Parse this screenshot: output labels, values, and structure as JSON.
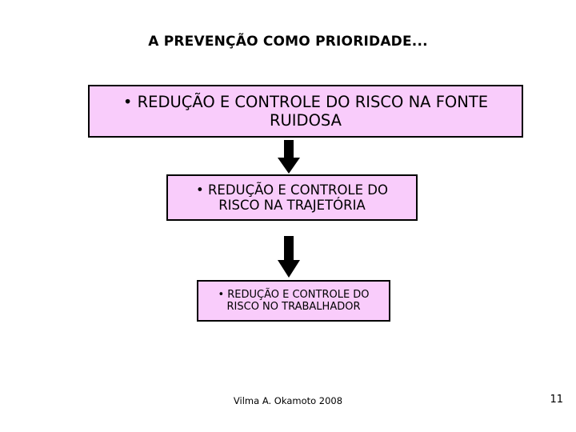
{
  "slide": {
    "title": "A PREVENÇÃO COMO PRIORIDADE...",
    "background_color": "#ffffff",
    "page_number": "11",
    "footer_credit": "Vilma A. Okamoto 2008"
  },
  "flow": {
    "box_fill_color": "#f9ccfb",
    "box_border_color": "#000000",
    "arrow_color": "#000000",
    "boxes": [
      {
        "id": "fonte",
        "bullet": "•",
        "text": "• REDUÇÃO E CONTROLE DO RISCO NA FONTE RUIDOSA",
        "line1": "• REDUÇÃO E CONTROLE DO RISCO NA FONTE",
        "line2": "RUIDOSA"
      },
      {
        "id": "trajetoria",
        "bullet": "•",
        "text": "• REDUÇÃO E CONTROLE DO RISCO NA TRAJETÓRIA",
        "line1": "• REDUÇÃO E CONTROLE DO",
        "line2": "RISCO NA TRAJETÓRIA"
      },
      {
        "id": "trabalhador",
        "bullet": "•",
        "text": "• REDUÇÃO E CONTROLE DO RISCO NO TRABALHADOR",
        "line1": "• REDUÇÃO E CONTROLE DO",
        "line2": "RISCO NO TRABALHADOR"
      }
    ],
    "arrows": [
      {
        "id": "arrow-fonte-to-trajetoria",
        "icon": "arrow-down-icon"
      },
      {
        "id": "arrow-trajetoria-to-trabalhador",
        "icon": "arrow-down-icon"
      }
    ]
  }
}
